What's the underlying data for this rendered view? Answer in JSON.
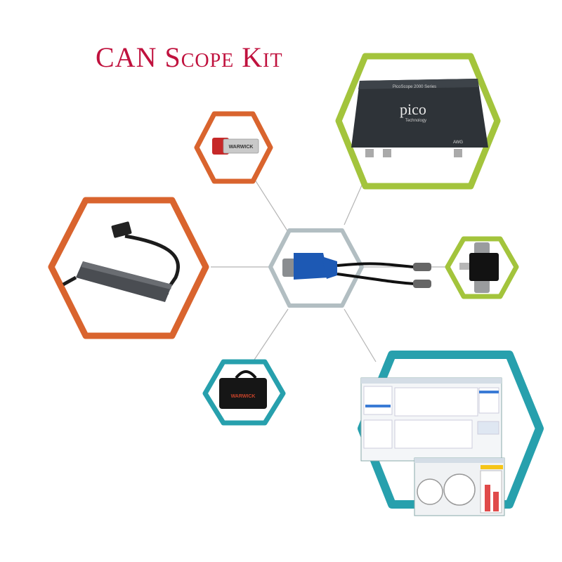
{
  "title": "CAN Scope Kit",
  "colors": {
    "orange": "#d9642e",
    "green": "#a3c43c",
    "teal": "#27a0ad",
    "grey": "#b2bec2",
    "title": "#c0123e",
    "connector": "#b5b5b5"
  },
  "items": {
    "usb_stick": {
      "brand": "WARWICK",
      "icon": "usb-stick"
    },
    "scope": {
      "model": "PicoScope 2000 Series",
      "brand": "pico",
      "sub": "Technology",
      "port": "AWG",
      "icon": "oscilloscope"
    },
    "can_cable": {
      "icon": "can-interface-cable"
    },
    "db9_adapter": {
      "icon": "db9-y-cable"
    },
    "probe_clip": {
      "icon": "probe-clip"
    },
    "bag": {
      "brand": "WARWICK",
      "icon": "carry-bag"
    },
    "software": {
      "icon": "software-screenshots"
    }
  }
}
